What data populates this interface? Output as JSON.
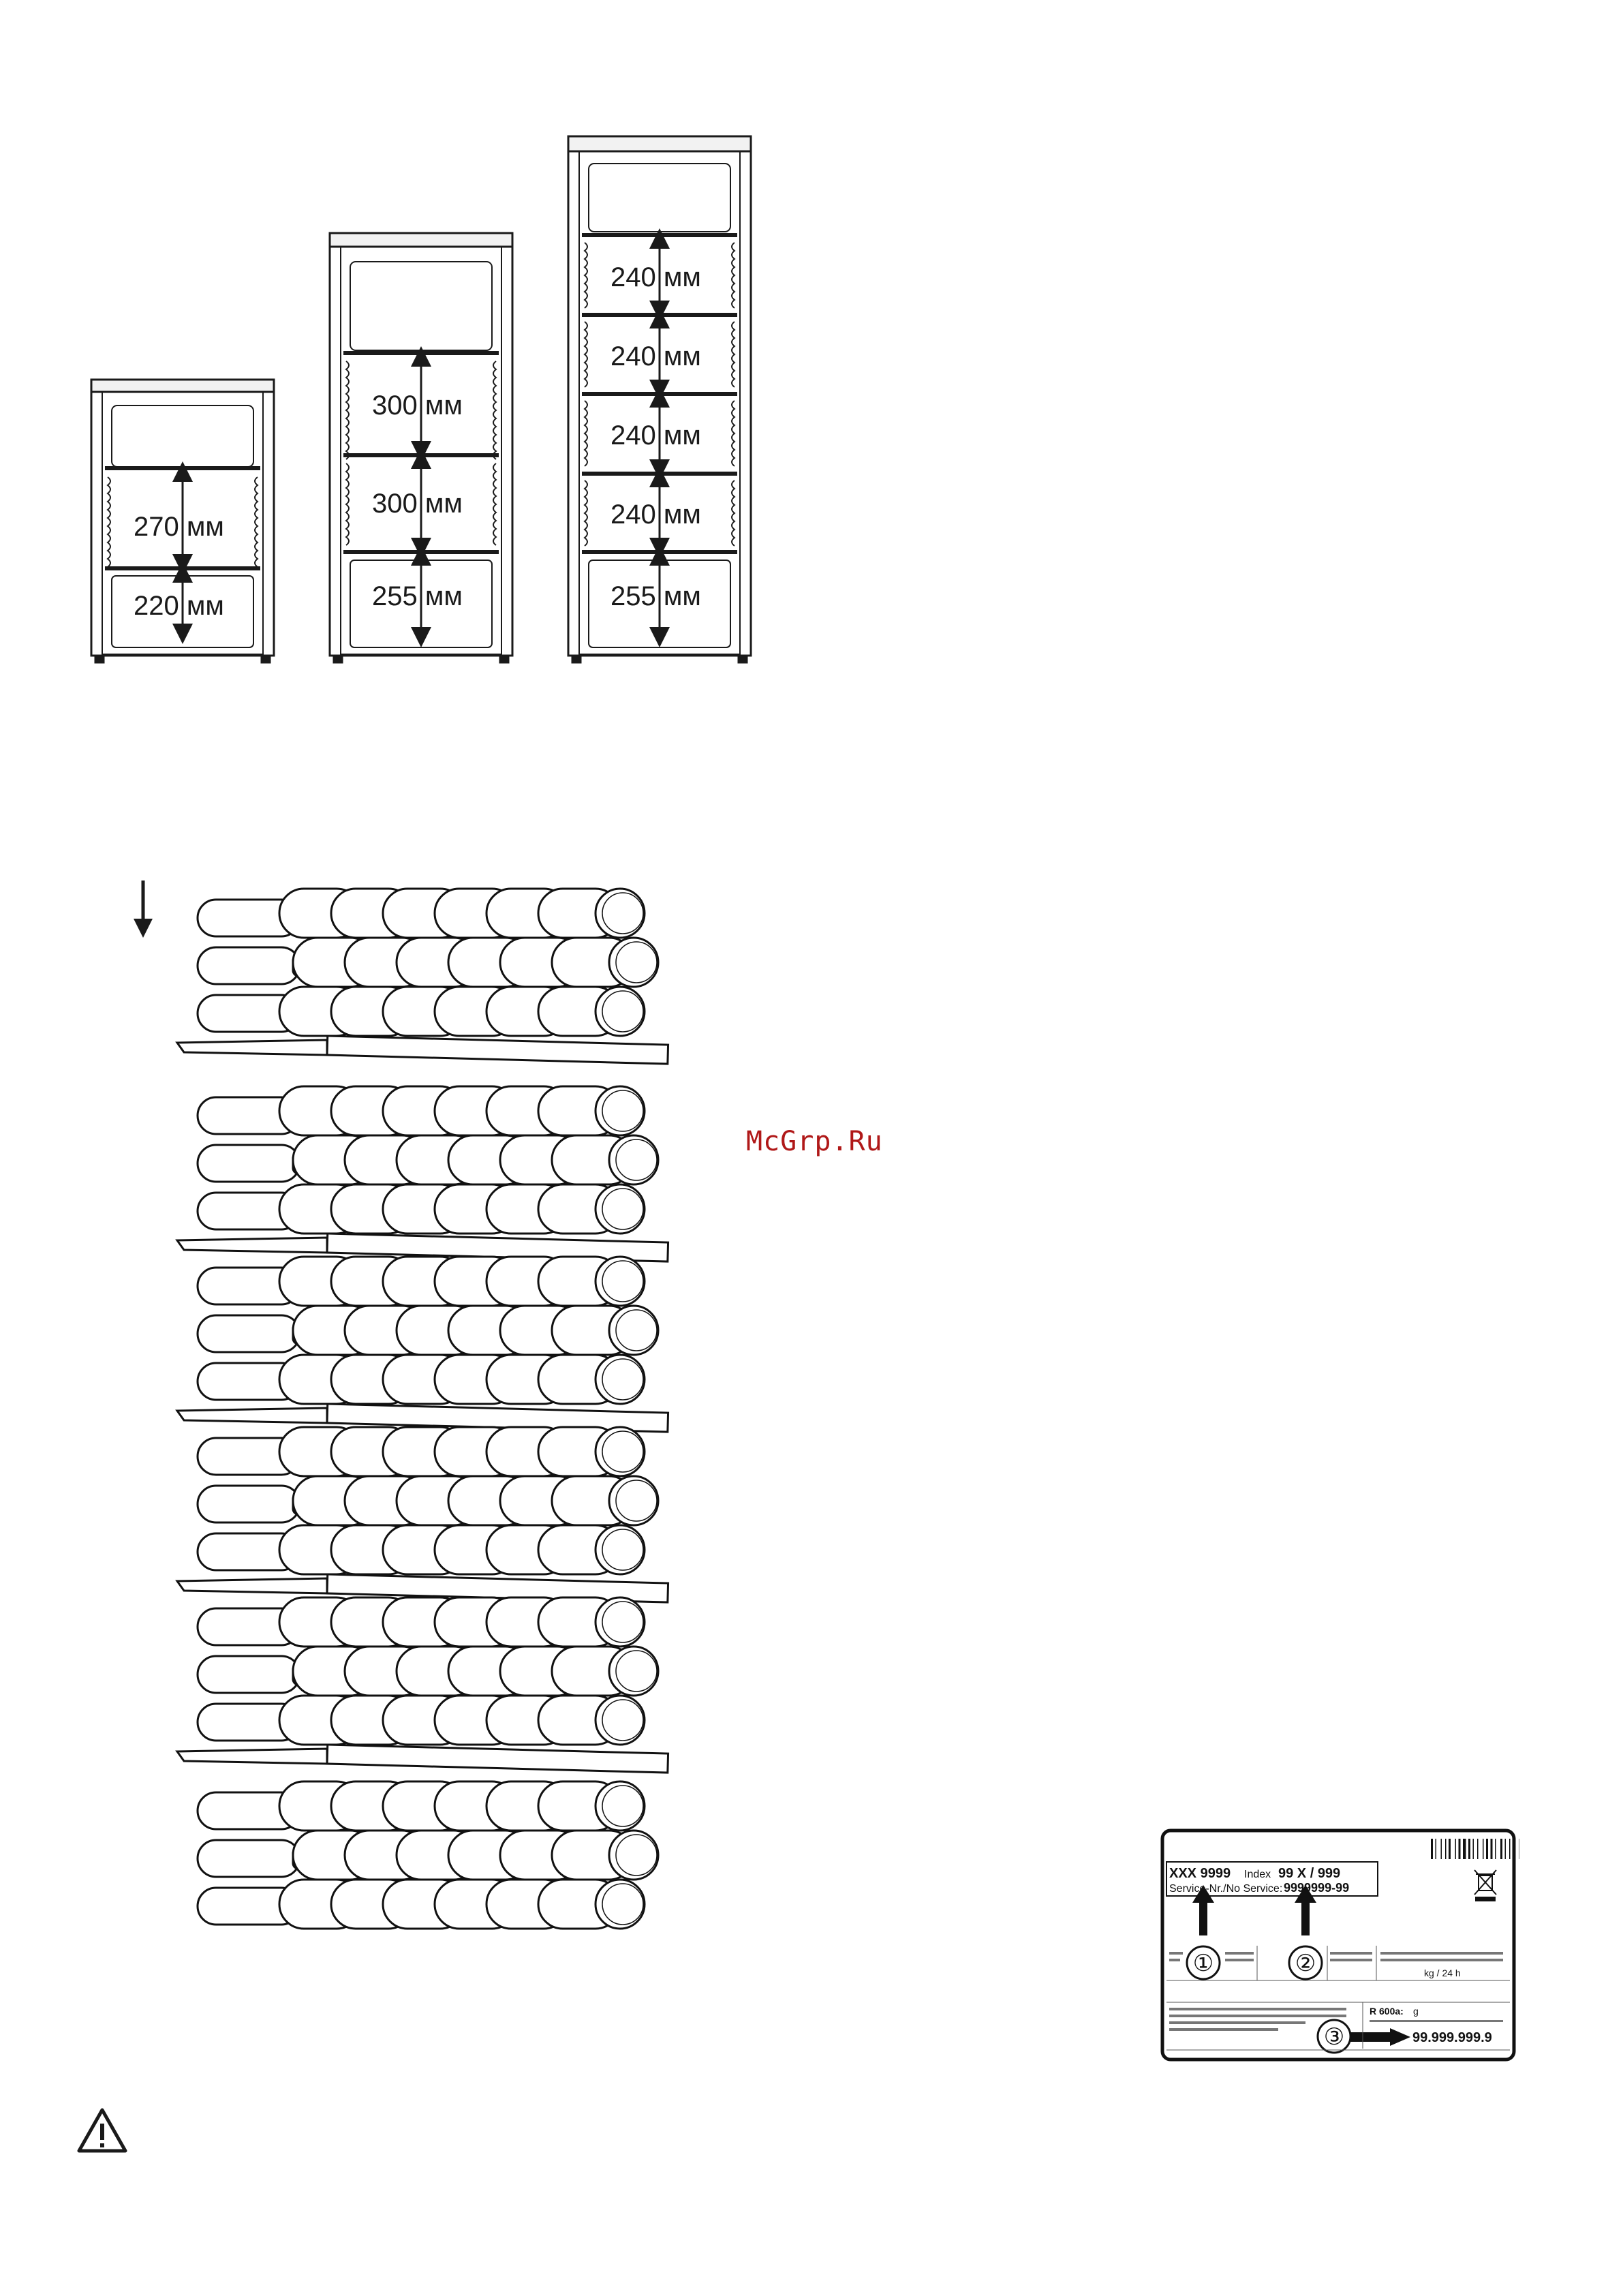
{
  "dimensions": {
    "cabinet_small": [
      "270 мм",
      "220 мм"
    ],
    "cabinet_medium": [
      "300 мм",
      "300 мм",
      "255 мм"
    ],
    "cabinet_large": [
      "240 мм",
      "240 мм",
      "240 мм",
      "240 мм",
      "255 мм"
    ]
  },
  "watermark": "McGrp.Ru",
  "rating_plate": {
    "model": "XXX 9999",
    "index_label": "Index",
    "index_value": "99 X / 999",
    "service_label": "Service-Nr./No Service:",
    "service_value": "9999999-99",
    "marker_1": "①",
    "marker_2": "②",
    "marker_3": "③",
    "serial": "99.999.999.9",
    "kg_24h": "kg / 24 h",
    "refrigerant": "R 600a:",
    "refrigerant_unit": "g"
  },
  "icons": {
    "load_arrow": "arrow-down-icon",
    "warning": "warning-triangle-icon",
    "weee": "crossed-bin-icon",
    "barcode": "barcode-icon"
  }
}
